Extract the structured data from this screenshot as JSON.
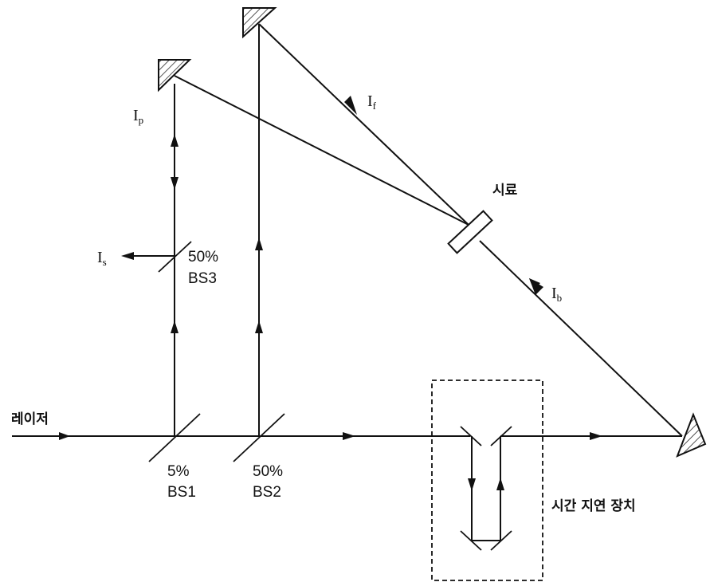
{
  "diagram": {
    "type": "optical-setup",
    "labels": {
      "laser": "레이저",
      "sample": "시료",
      "delay_device": "시간 지연 장치",
      "bs1_ratio": "5%",
      "bs1_name": "BS1",
      "bs2_ratio": "50%",
      "bs2_name": "BS2",
      "bs3_ratio": "50%",
      "bs3_name": "BS3",
      "beam_p": {
        "main": "I",
        "sub": "p"
      },
      "beam_s": {
        "main": "I",
        "sub": "s"
      },
      "beam_f": {
        "main": "I",
        "sub": "f"
      },
      "beam_b": {
        "main": "I",
        "sub": "b"
      }
    },
    "components": [
      {
        "id": "bs1",
        "kind": "beam-splitter",
        "reflectance": "5%"
      },
      {
        "id": "bs2",
        "kind": "beam-splitter",
        "reflectance": "50%"
      },
      {
        "id": "bs3",
        "kind": "beam-splitter",
        "reflectance": "50%"
      },
      {
        "id": "mirror-p",
        "kind": "mirror"
      },
      {
        "id": "mirror-f",
        "kind": "mirror"
      },
      {
        "id": "mirror-end",
        "kind": "mirror"
      },
      {
        "id": "sample",
        "kind": "sample"
      },
      {
        "id": "delay",
        "kind": "time-delay-stage",
        "mirrors": 4
      }
    ],
    "colors": {
      "line": "#111111",
      "background": "#ffffff"
    }
  }
}
